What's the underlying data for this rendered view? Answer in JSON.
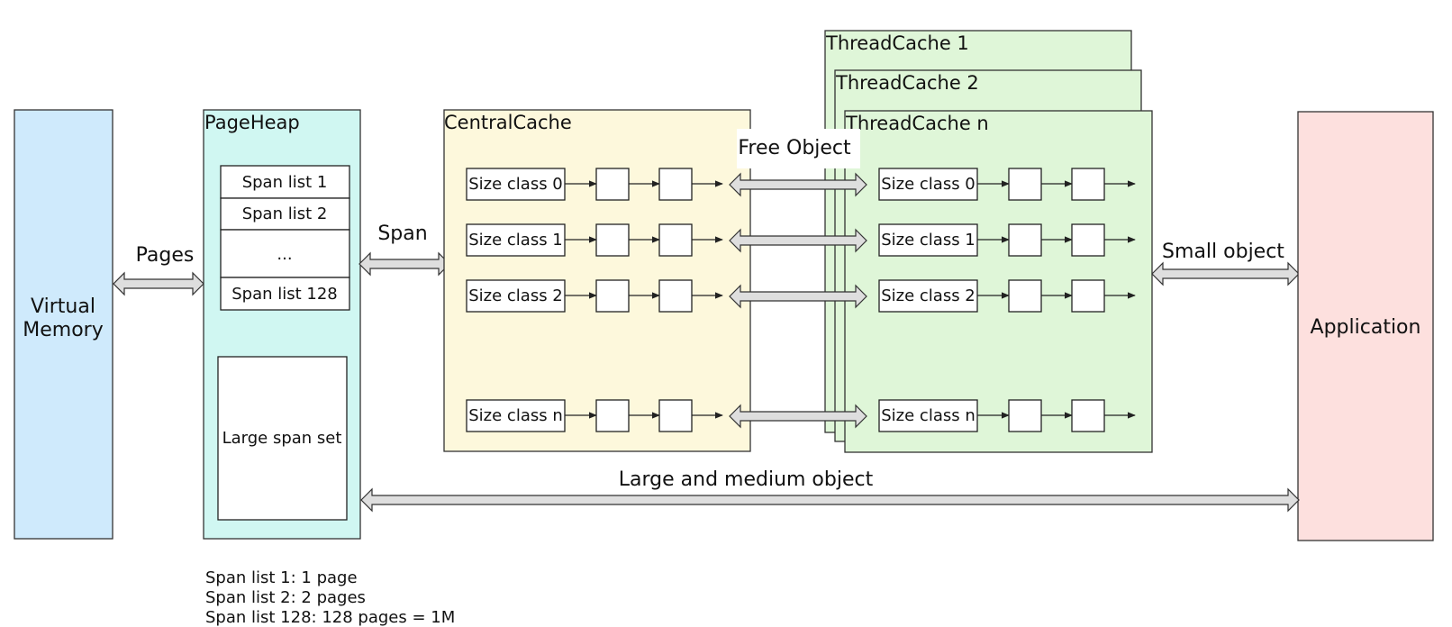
{
  "colors": {
    "virtual_memory": "#cfeafc",
    "page_heap": "#d0f7f2",
    "central_cache": "#fdf8dc",
    "thread_cache": "#dff6d8",
    "application": "#fde0de",
    "arrow_fill": "#dedede"
  },
  "virtual_memory": {
    "label_line1": "Virtual",
    "label_line2": "Memory"
  },
  "pages_arrow": {
    "label": "Pages"
  },
  "page_heap": {
    "title": "PageHeap",
    "span_lists": [
      "Span list 1",
      "Span list 2",
      "...",
      "Span list 128"
    ],
    "large_span_set": "Large span set"
  },
  "span_arrow": {
    "label": "Span"
  },
  "central_cache": {
    "title": "CentralCache",
    "size_classes": [
      "Size class 0",
      "Size class 1",
      "Size class 2",
      "Size class n"
    ]
  },
  "free_object_arrow": {
    "label": "Free Object"
  },
  "thread_caches": {
    "titles": [
      "ThreadCache 1",
      "ThreadCache 2",
      "ThreadCache n"
    ],
    "size_classes": [
      "Size class 0",
      "Size class 1",
      "Size class 2",
      "Size class n"
    ]
  },
  "small_object_arrow": {
    "label": "Small object"
  },
  "application": {
    "label": "Application"
  },
  "large_medium_arrow": {
    "label": "Large and medium object"
  },
  "notes": [
    "Span list 1: 1 page",
    "Span list 2: 2 pages",
    "Span list 128: 128 pages = 1M"
  ]
}
